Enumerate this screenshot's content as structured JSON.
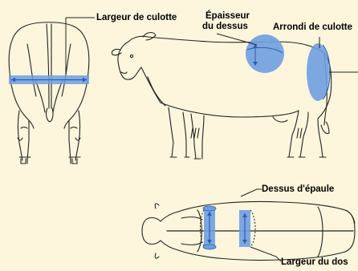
{
  "labels": {
    "largeur_culotte": "Largeur de culotte",
    "epaisseur_line1": "Épaisseur",
    "epaisseur_line2": "du dessus",
    "arrondi_culotte": "Arrondi de culotte",
    "dessus_epaule": "Dessus d'épaule",
    "largeur_dos": "Largeur du dos"
  },
  "colors": {
    "background": "#fdf6dc",
    "highlight_fill": "#6f9fe0",
    "highlight_stroke": "#3f74c8",
    "outline": "#222222"
  },
  "icons": {
    "rear_view": "cow-rear-view-outline",
    "side_view": "cow-side-view-outline",
    "top_view": "cow-top-view-outline"
  }
}
